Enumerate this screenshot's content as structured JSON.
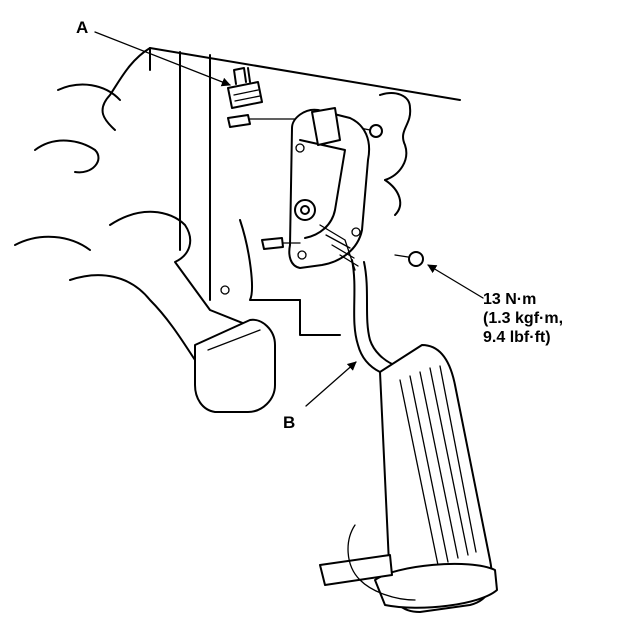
{
  "callouts": {
    "a": "A",
    "b": "B"
  },
  "torque_spec": {
    "line1": "13 N·m",
    "line2": "(1.3 kgf·m,",
    "line3": "9.4 lbf·ft)"
  },
  "colors": {
    "ink": "#000000",
    "paper": "#ffffff"
  }
}
